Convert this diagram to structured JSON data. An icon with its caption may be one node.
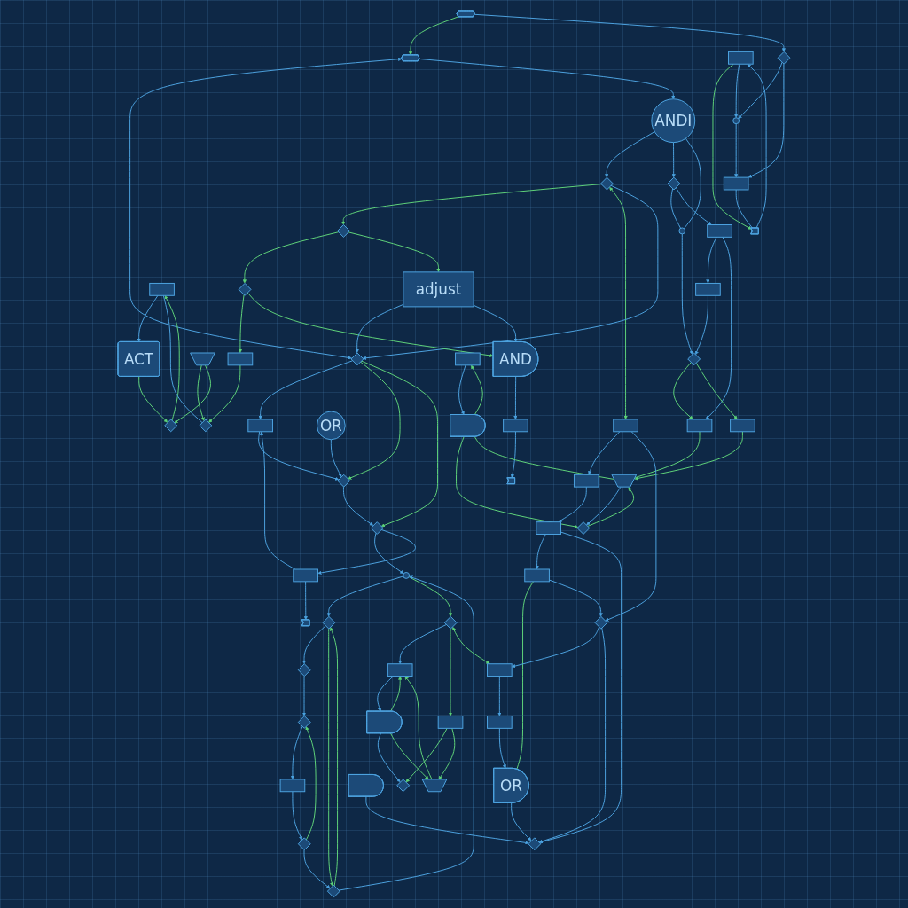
{
  "diagram": {
    "nodes": [
      {
        "text": [],
        "shape": "diamond"
      },
      {
        "text": [],
        "shape": "diamond"
      },
      {
        "text": [],
        "shape": "diamond"
      },
      {
        "text": [],
        "shape": "box"
      },
      {
        "text": [],
        "shape": "hexagon"
      },
      {
        "text": [],
        "shape": "pentagon"
      },
      {
        "text": [],
        "shape": "diamond"
      },
      {
        "text": [],
        "shape": "box"
      },
      {
        "text": [
          "ACT"
        ]
      },
      {
        "text": [],
        "shape": "diamond"
      },
      {
        "text": [
          "ANDI"
        ]
      },
      {
        "text": [],
        "shape": "diamond"
      },
      {
        "text": [],
        "shape": "trapezoid"
      },
      {
        "text": [],
        "shape": "box"
      },
      {
        "text": [],
        "shape": "box"
      },
      {
        "text": [],
        "shape": "diamond"
      },
      {
        "text": [],
        "shape": "circle"
      },
      {
        "text": [
          "OR"
        ]
      },
      {
        "text": [],
        "shape": "diamond"
      },
      {
        "text": [
          "adjust"
        ]
      },
      {
        "text": [
          "AND"
        ]
      },
      {
        "text": [],
        "shape": "box"
      },
      {
        "text": [],
        "shape": "pentagon"
      },
      {
        "text": [],
        "shape": "box"
      },
      {
        "text": [],
        "shape": "box"
      },
      {
        "text": [],
        "shape": "diamond"
      },
      {
        "text": [],
        "shape": "diamond"
      },
      {
        "text": [],
        "shape": "box"
      },
      {
        "text": [],
        "shape": "bar"
      },
      {
        "text": [],
        "shape": "circle"
      },
      {
        "text": [],
        "shape": "diamond"
      },
      {
        "text": [],
        "shape": "box"
      },
      {
        "text": [],
        "shape": "gate"
      },
      {
        "text": [],
        "shape": "diamond"
      },
      {
        "text": [],
        "shape": "box"
      },
      {
        "text": [],
        "shape": "trapezoid"
      },
      {
        "text": [],
        "shape": "diamond"
      },
      {
        "text": [],
        "shape": "box"
      },
      {
        "text": [],
        "shape": "gate"
      },
      {
        "text": [],
        "shape": "diamond"
      },
      {
        "text": [
          "OR"
        ]
      },
      {
        "text": [],
        "shape": "box"
      },
      {
        "text": [],
        "shape": "trapezoid"
      },
      {
        "text": [],
        "shape": "diamond"
      },
      {
        "text": [],
        "shape": "box"
      },
      {
        "text": [],
        "shape": "diamond"
      },
      {
        "text": [],
        "shape": "box"
      },
      {
        "text": [],
        "shape": "box"
      },
      {
        "text": [],
        "shape": "diamond"
      },
      {
        "text": [],
        "shape": "box"
      },
      {
        "text": [],
        "shape": "circle"
      },
      {
        "text": [],
        "shape": "box"
      },
      {
        "text": [],
        "shape": "hexagon"
      },
      {
        "text": [],
        "shape": "box"
      },
      {
        "text": [],
        "shape": "diamond"
      },
      {
        "text": [],
        "shape": "box"
      },
      {
        "text": [],
        "shape": "diamond"
      },
      {
        "text": [],
        "shape": "diamond"
      },
      {
        "text": [],
        "shape": "gate"
      },
      {
        "text": [],
        "shape": "pentagon"
      },
      {
        "text": [],
        "shape": "box"
      },
      {
        "text": [],
        "shape": "diamond"
      }
    ],
    "edges": [
      {
        "from": 0,
        "to": 1,
        "arrow": "to",
        "color": "#5fd37a"
      },
      {
        "from": 1,
        "to": 2,
        "arrow": "to",
        "color": "#5fd37a"
      },
      {
        "from": 2,
        "to": 3,
        "arrow": "to",
        "color": "#5fd37a"
      },
      {
        "from": 10,
        "to": 0,
        "arrow": "to"
      },
      {
        "from": 0,
        "to": 44,
        "arrow": "both",
        "color": "#5fd37a"
      },
      {
        "from": 0,
        "to": 6,
        "arrow": "to"
      },
      {
        "from": 6,
        "to": 14,
        "arrow": "to"
      },
      {
        "from": 14,
        "to": 18,
        "arrow": "to"
      },
      {
        "from": 18,
        "to": 26,
        "arrow": "to"
      },
      {
        "from": 26,
        "to": 29,
        "arrow": "to"
      },
      {
        "from": 29,
        "to": 36,
        "arrow": "to"
      },
      {
        "from": 36,
        "to": 43,
        "arrow": "to"
      },
      {
        "from": 43,
        "to": 45,
        "arrow": "to"
      },
      {
        "from": 45,
        "to": 51,
        "arrow": "to"
      },
      {
        "from": 51,
        "to": 56,
        "arrow": "to"
      },
      {
        "from": 56,
        "to": 61,
        "arrow": "to"
      },
      {
        "from": 6,
        "to": 18,
        "arrow": "to",
        "color": "#5fd37a"
      },
      {
        "from": 6,
        "to": 26,
        "arrow": "to",
        "color": "#5fd37a"
      },
      {
        "from": 13,
        "to": 14,
        "arrow": "to"
      },
      {
        "from": 13,
        "to": 5,
        "arrow": "to"
      },
      {
        "from": 17,
        "to": 18,
        "arrow": "to"
      },
      {
        "from": 26,
        "to": 13,
        "arrow": "to"
      },
      {
        "from": 4,
        "to": 6,
        "arrow": "both"
      },
      {
        "from": 29,
        "to": 30,
        "arrow": "to",
        "color": "#5fd37a"
      },
      {
        "from": 61,
        "to": 29,
        "arrow": "to"
      },
      {
        "from": 61,
        "to": 36,
        "arrow": "to",
        "color": "#5fd37a"
      },
      {
        "from": 36,
        "to": 61,
        "arrow": "to",
        "color": "#5fd37a"
      },
      {
        "from": 56,
        "to": 45,
        "arrow": "to",
        "color": "#5fd37a"
      },
      {
        "from": 3,
        "to": 11,
        "arrow": "to",
        "color": "#5fd37a"
      },
      {
        "from": 9,
        "to": 7,
        "arrow": "to",
        "color": "#5fd37a"
      },
      {
        "from": 7,
        "to": 8,
        "arrow": "to"
      },
      {
        "from": 8,
        "to": 9,
        "arrow": "to",
        "color": "#5fd37a"
      },
      {
        "from": 12,
        "to": 11,
        "arrow": "to",
        "color": "#5fd37a"
      },
      {
        "from": 12,
        "to": 9,
        "arrow": "to",
        "color": "#5fd37a"
      },
      {
        "from": 7,
        "to": 11,
        "arrow": "none"
      },
      {
        "from": 2,
        "to": 20,
        "arrow": "to",
        "color": "#5fd37a"
      },
      {
        "from": 19,
        "to": 6,
        "arrow": "to"
      },
      {
        "from": 1,
        "to": 19,
        "arrow": "to",
        "color": "#5fd37a"
      },
      {
        "from": 19,
        "to": 20,
        "arrow": "to"
      },
      {
        "from": 20,
        "to": 21,
        "arrow": "to"
      },
      {
        "from": 21,
        "to": 22,
        "arrow": "to"
      },
      {
        "from": 4,
        "to": 10,
        "arrow": "to"
      },
      {
        "from": 10,
        "to": 15,
        "arrow": "to"
      },
      {
        "from": 10,
        "to": 16,
        "arrow": "none"
      },
      {
        "from": 15,
        "to": 16,
        "arrow": "none"
      },
      {
        "from": 16,
        "to": 25,
        "arrow": "to"
      },
      {
        "from": 15,
        "to": 23,
        "arrow": "to"
      },
      {
        "from": 23,
        "to": 24,
        "arrow": "to"
      },
      {
        "from": 24,
        "to": 25,
        "arrow": "to"
      },
      {
        "from": 23,
        "to": 28,
        "arrow": "to"
      },
      {
        "from": 25,
        "to": 28,
        "arrow": "to",
        "color": "#5fd37a"
      },
      {
        "from": 28,
        "to": 42,
        "arrow": "none",
        "color": "#5fd37a"
      },
      {
        "from": 25,
        "to": 34,
        "arrow": "to",
        "color": "#5fd37a"
      },
      {
        "from": 34,
        "to": 42,
        "arrow": "to",
        "color": "#5fd37a"
      },
      {
        "from": 37,
        "to": 38,
        "arrow": "to"
      },
      {
        "from": 38,
        "to": 39,
        "arrow": "to",
        "color": "#5fd37a"
      },
      {
        "from": 39,
        "to": 42,
        "arrow": "to",
        "color": "#5fd37a"
      },
      {
        "from": 38,
        "to": 37,
        "arrow": "to",
        "color": "#5fd37a"
      },
      {
        "from": 38,
        "to": 42,
        "arrow": "none",
        "color": "#5fd37a"
      },
      {
        "from": 42,
        "to": 39,
        "arrow": "to"
      },
      {
        "from": 52,
        "to": 4,
        "arrow": "to",
        "color": "#5fd37a"
      },
      {
        "from": 46,
        "to": 59,
        "arrow": "to",
        "color": "#5fd37a"
      },
      {
        "from": 59,
        "to": 46,
        "arrow": "to"
      },
      {
        "from": 52,
        "to": 54,
        "arrow": "to"
      },
      {
        "from": 46,
        "to": 50,
        "arrow": "to"
      },
      {
        "from": 54,
        "to": 50,
        "arrow": "to"
      },
      {
        "from": 50,
        "to": 55,
        "arrow": "to"
      },
      {
        "from": 54,
        "to": 55,
        "arrow": "to"
      },
      {
        "from": 55,
        "to": 59,
        "arrow": "none"
      },
      {
        "from": 30,
        "to": 31,
        "arrow": "to"
      },
      {
        "from": 30,
        "to": 27,
        "arrow": "to",
        "color": "#5fd37a"
      },
      {
        "from": 27,
        "to": 33,
        "arrow": "to",
        "color": "#5fd37a"
      },
      {
        "from": 27,
        "to": 35,
        "arrow": "to",
        "color": "#5fd37a"
      },
      {
        "from": 31,
        "to": 32,
        "arrow": "to"
      },
      {
        "from": 32,
        "to": 33,
        "arrow": "to"
      },
      {
        "from": 32,
        "to": 31,
        "arrow": "to",
        "color": "#5fd37a"
      },
      {
        "from": 32,
        "to": 35,
        "arrow": "to",
        "color": "#5fd37a"
      },
      {
        "from": 35,
        "to": 31,
        "arrow": "to",
        "color": "#5fd37a"
      },
      {
        "from": 41,
        "to": 40,
        "arrow": "to"
      },
      {
        "from": 49,
        "to": 41,
        "arrow": "to"
      },
      {
        "from": 60,
        "to": 40,
        "arrow": "none",
        "color": "#5fd37a"
      },
      {
        "from": 44,
        "to": 47,
        "arrow": "to"
      },
      {
        "from": 47,
        "to": 53,
        "arrow": "to"
      },
      {
        "from": 53,
        "to": 60,
        "arrow": "to"
      },
      {
        "from": 44,
        "to": 48,
        "arrow": "to"
      },
      {
        "from": 48,
        "to": 49,
        "arrow": "to"
      },
      {
        "from": 48,
        "to": 57,
        "arrow": "to"
      },
      {
        "from": 53,
        "to": 57,
        "arrow": "to"
      },
      {
        "from": 60,
        "to": 48,
        "arrow": "to"
      },
      {
        "from": 40,
        "to": 57,
        "arrow": "to"
      },
      {
        "from": 58,
        "to": 57,
        "arrow": "to"
      },
      {
        "from": 30,
        "to": 49,
        "arrow": "both",
        "color": "#5fd37a"
      }
    ]
  }
}
